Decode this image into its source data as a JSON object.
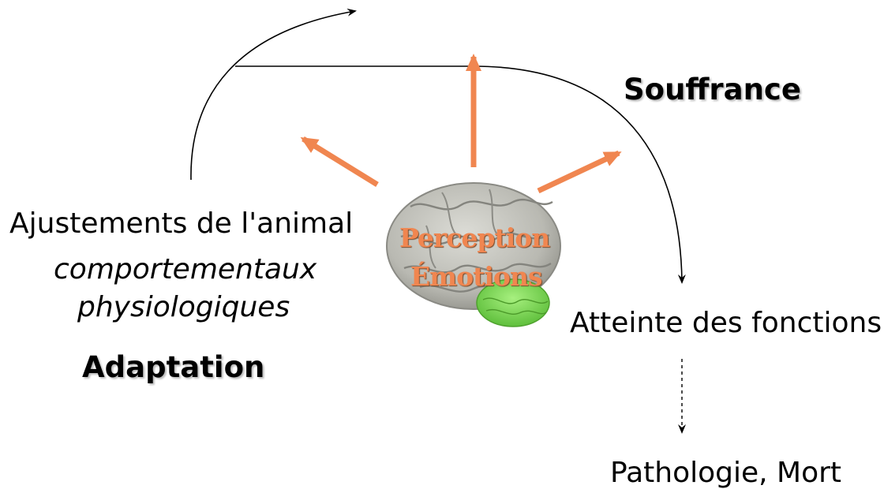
{
  "colors": {
    "accent_arrow": "#f08650",
    "line": "#000000",
    "cerebellum": "#8ee16a",
    "brain": "#c9c9c3"
  },
  "labels": {
    "souffrance": "Souffrance",
    "ajustements": "Ajustements de l'animal",
    "comportementaux": "comportementaux",
    "physiologiques": "physiologiques",
    "adaptation": "Adaptation",
    "atteinte": "Atteinte des fonctions",
    "pathologie": "Pathologie, Mort"
  },
  "brain": {
    "line1": "Perception",
    "line2": "Émotions"
  }
}
